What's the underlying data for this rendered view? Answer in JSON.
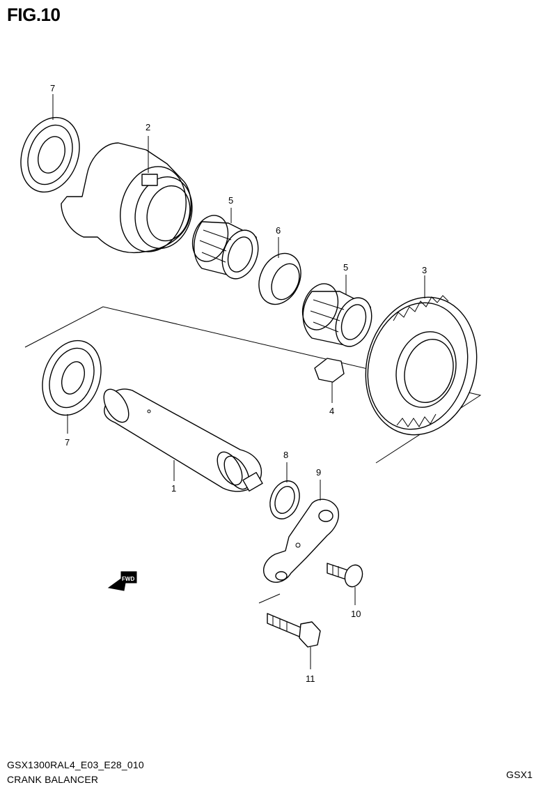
{
  "figure": {
    "title": "FIG.10",
    "code": "GSX1300RAL4_E03_E28_010",
    "name": "CRANK BALANCER",
    "corner_text": "GSX1"
  },
  "callouts": [
    {
      "id": "7a",
      "label": "7"
    },
    {
      "id": "2",
      "label": "2"
    },
    {
      "id": "5a",
      "label": "5"
    },
    {
      "id": "6",
      "label": "6"
    },
    {
      "id": "5b",
      "label": "5"
    },
    {
      "id": "3",
      "label": "3"
    },
    {
      "id": "4",
      "label": "4"
    },
    {
      "id": "7b",
      "label": "7"
    },
    {
      "id": "8",
      "label": "8"
    },
    {
      "id": "9",
      "label": "9"
    },
    {
      "id": "1",
      "label": "1"
    },
    {
      "id": "10",
      "label": "10"
    },
    {
      "id": "11",
      "label": "11"
    }
  ],
  "fwd_arrow": {
    "label": "FWD",
    "icon": "fwd-arrow-icon"
  }
}
